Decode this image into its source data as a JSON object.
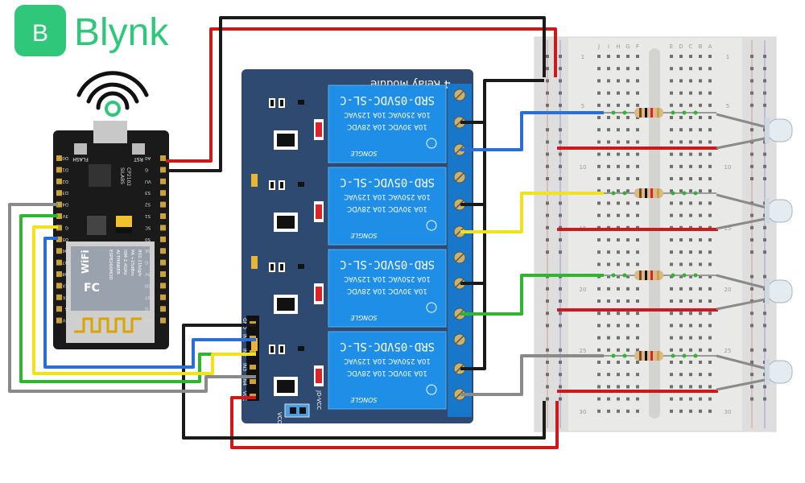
{
  "logo": {
    "letter": "B",
    "name": "Blynk",
    "color": "#2fc77a"
  },
  "relay_module": {
    "title": "4 Relay Module",
    "relays": [
      {
        "model": "SRD-05VDC-SL-C",
        "rating_1": "10A 250VAC 10A 125VAC",
        "rating_2": "10A 30VDC 10A 28VDC",
        "brand": "SONGLE"
      },
      {
        "model": "SRD-05VDC-SL-C",
        "rating_1": "10A 250VAC 10A 125VAC",
        "rating_2": "10A 30VDC 10A 28VDC",
        "brand": "SONGLE"
      },
      {
        "model": "SRD-05VDC-SL-C",
        "rating_1": "10A 250VAC 10A 125VAC",
        "rating_2": "10A 30VDC 10A 28VDC",
        "brand": "SONGLE"
      },
      {
        "model": "SRD-05VDC-SL-C",
        "rating_1": "10A 250VAC 10A 125VAC",
        "rating_2": "10A 30VDC 10A 28VDC",
        "brand": "SONGLE"
      }
    ],
    "header_pins": [
      "GND",
      "IN1",
      "IN2",
      "IN3",
      "IN4",
      "VCC"
    ],
    "jumper_labels": [
      "VCC",
      "JD-VCC"
    ]
  },
  "nodemcu": {
    "buttons": [
      "FLASH",
      "RST"
    ],
    "chip": [
      "SILABS",
      "CP2102"
    ],
    "module_marks": [
      "ESP8266MOD",
      "AI-THINKER",
      "ISM 2.4GHz",
      "PA +25dBm",
      "802.11b/g/n"
    ],
    "wifi": "WiFi",
    "fc": "FC",
    "left_pins": [
      "D0",
      "D1",
      "D2",
      "D3",
      "D4",
      "3V",
      "G",
      "D5",
      "D6",
      "D7",
      "D8",
      "RX",
      "TX",
      "G",
      "3V"
    ],
    "right_pins": [
      "A0",
      "G",
      "VU",
      "S3",
      "S2",
      "S1",
      "SC",
      "S0",
      "SK",
      "G",
      "3V",
      "EN",
      "RST",
      "G",
      "Vin"
    ]
  },
  "breadboard": {
    "columns": [
      "J",
      "I",
      "H",
      "G",
      "F",
      "E",
      "D",
      "C",
      "B",
      "A"
    ],
    "rows": [
      "1",
      "5",
      "10",
      "15",
      "20",
      "25",
      "30"
    ]
  },
  "colors": {
    "red": "#cc1a1a",
    "black": "#1a1a1a",
    "blue": "#2a6fd6",
    "yellow": "#f2e21b",
    "green": "#2fb52f",
    "gray": "#8a8a8a",
    "relay_blue": "#1f8ee6",
    "board_blue": "#2f4a70"
  }
}
